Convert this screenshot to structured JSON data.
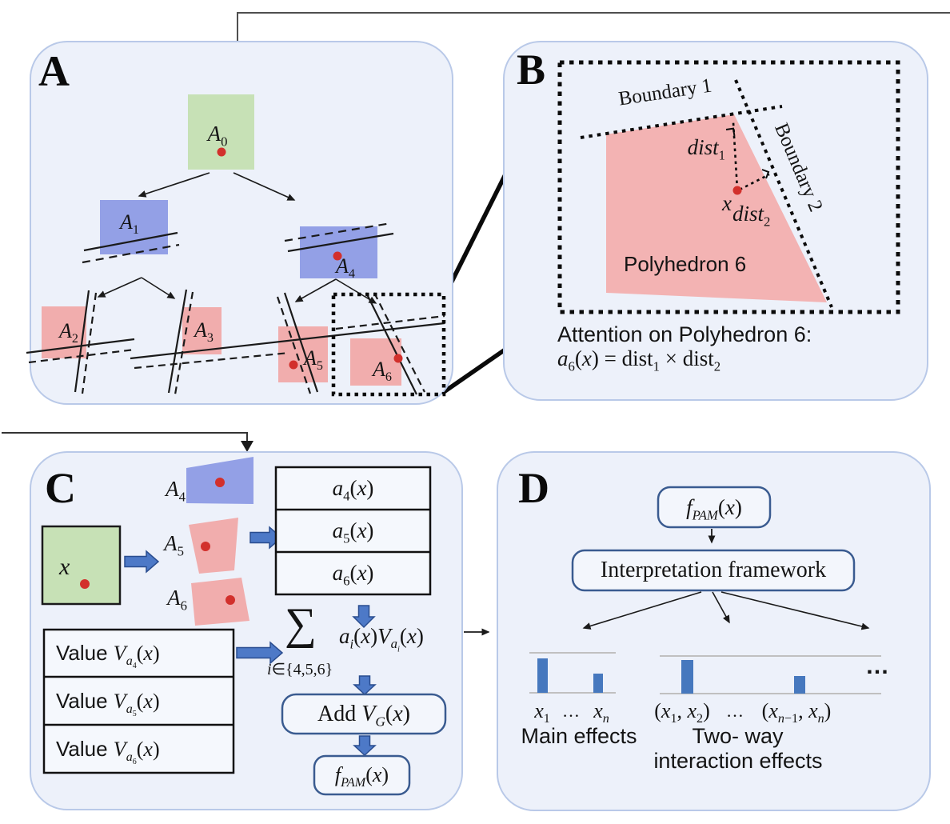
{
  "figure": {
    "description_domain": "PAM model schematic with four panels"
  },
  "colors": {
    "panel_bg": "#edf1fa",
    "panel_border": "#b9c9e8",
    "green_region": "#c7e1b6",
    "blue_region": "#93a0e6",
    "pink_region": "#f1adad",
    "pink_polyhedron": "#f3b3b3",
    "red_dot": "#d2302c",
    "thick_arrow_blue": "#4d79c7",
    "process_box_border": "#3a5b90",
    "bar_blue": "#4678be",
    "line_black": "#1a1a1a"
  },
  "panel_a": {
    "letter": "A",
    "a0": "<em>A</em><sub>0</sub>",
    "a1": "<em>A</em><sub>1</sub>",
    "a2": "<em>A</em><sub>2</sub>",
    "a3": "<em>A</em><sub>3</sub>",
    "a4": "<em>A</em><sub>4</sub>",
    "a5": "<em>A</em><sub>5</sub>",
    "a6": "<em>A</em><sub>6</sub>"
  },
  "panel_b": {
    "letter": "B",
    "boundary1": "Boundary 1",
    "boundary2": "Boundary 2",
    "dist1": "<em>dist</em><sub>1</sub>",
    "dist2": "<em>dist</em><sub>2</sub>",
    "point": "<em>x</em>",
    "region": "Polyhedron 6",
    "caption1": "Attention on Polyhedron 6:",
    "caption2": "<em>a</em><sub>6</sub>(<em>x</em>) = dist<sub>1</sub> × dist<sub>2</sub>"
  },
  "panel_c": {
    "letter": "C",
    "point": "<em>x</em>",
    "label_a4": "<em>A</em><sub>4</sub>",
    "label_a5": "<em>A</em><sub>5</sub>",
    "label_a6": "<em>A</em><sub>6</sub>",
    "att_a4": "<em>a</em><sub>4</sub>(<em>x</em>)",
    "att_a5": "<em>a</em><sub>5</sub>(<em>x</em>)",
    "att_a6": "<em>a</em><sub>6</sub>(<em>x</em>)",
    "sum_symbol": "∑",
    "sum_index": "<em>i</em>∈{4,5,6}",
    "sum_expr": "<em>a</em><sub><em>i</em></sub>(<em>x</em>)<em>V</em><sub><em>a</em><sub><em>i</em></sub></sub>(<em>x</em>)",
    "value_a4": "Value <span class=\"mt\"><em>V</em><sub><em>a</em><sub>4</sub></sub>(<em>x</em>)</span>",
    "value_a5": "Value <span class=\"mt\"><em>V</em><sub><em>a</em><sub>5</sub></sub>(<em>x</em>)</span>",
    "value_a6": "Value <span class=\"mt\"><em>V</em><sub><em>a</em><sub>6</sub></sub>(<em>x</em>)</span>",
    "add_box": "Add <em>V</em><sub><em>G</em></sub>(<em>x</em>)",
    "fpam": "<em>f</em><sub><em>PAM</em></sub>(<em>x</em>)"
  },
  "panel_d": {
    "letter": "D",
    "fpam": "<em>f</em><sub><em>PAM</em></sub>(<em>x</em>)",
    "framework": "Interpretation framework",
    "x1": "<em>x</em><sub>1</sub>",
    "dots_small": "…",
    "xn": "<em>x</em><sub><em>n</em></sub>",
    "pair1": "(<em>x</em><sub>1</sub>, <em>x</em><sub>2</sub>)",
    "dots_mid": "…",
    "pair2": "(<em>x</em><sub><em>n</em>−1</sub>, <em>x</em><sub><em>n</em></sub>)",
    "main_effects": "Main effects",
    "two_way1": "Two- way",
    "two_way2": "interaction effects",
    "ellipsis": "…"
  }
}
